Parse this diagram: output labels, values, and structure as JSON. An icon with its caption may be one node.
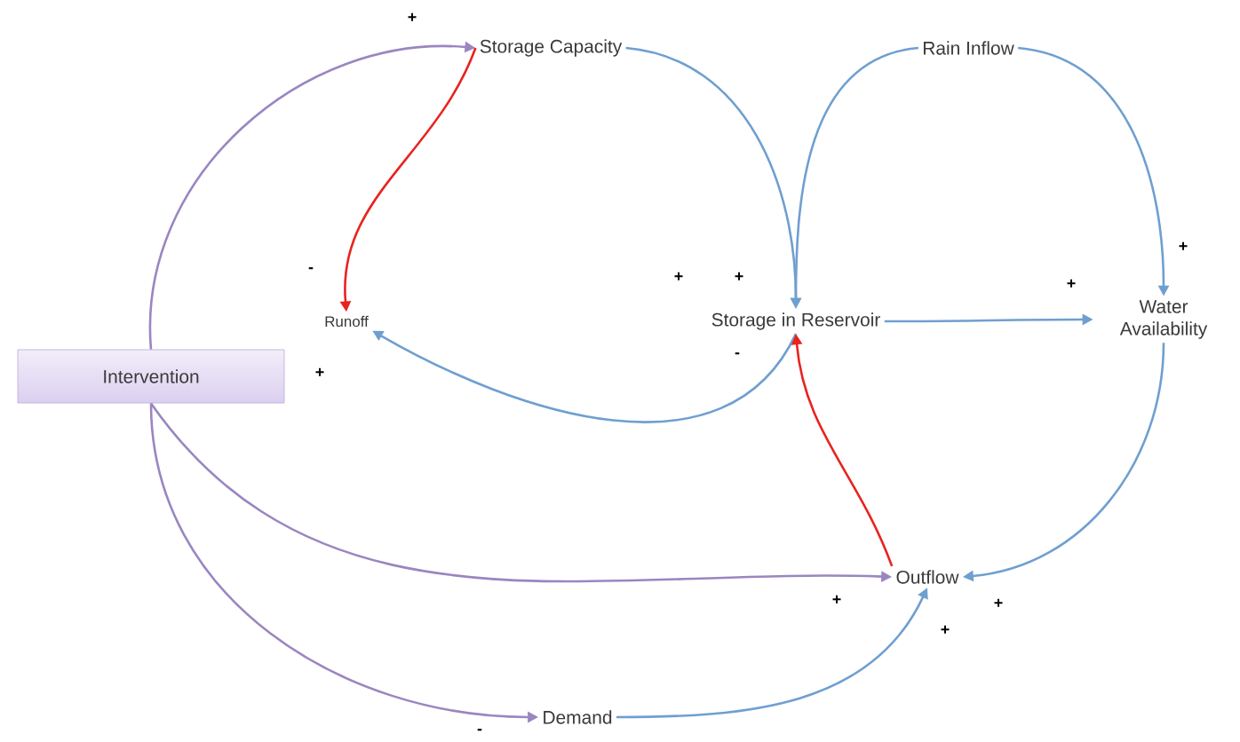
{
  "diagram": {
    "nodes": [
      {
        "text": [
          "Storage Capacity"
        ]
      },
      {
        "text": [
          "Rain Inflow"
        ]
      },
      {
        "text": [
          "Runoff"
        ]
      },
      {
        "text": [
          "Storage in Reservoir"
        ]
      },
      {
        "text": [
          "Water Availability"
        ]
      },
      {
        "text": [
          "Intervention"
        ]
      },
      {
        "text": [
          "Outflow"
        ]
      },
      {
        "text": [
          "Demand"
        ]
      }
    ],
    "edges": [
      {
        "from": 5,
        "to": 0,
        "arrow": "to",
        "color": "#9a86c0"
      },
      {
        "from": 0,
        "to": 2,
        "arrow": "to",
        "color": "#e8231f"
      },
      {
        "from": 0,
        "to": 3,
        "arrow": "to"
      },
      {
        "from": 1,
        "to": 3,
        "arrow": "to"
      },
      {
        "from": 1,
        "to": 4,
        "arrow": "to"
      },
      {
        "from": 3,
        "to": 4,
        "arrow": "to"
      },
      {
        "from": 3,
        "to": 2,
        "arrow": "to"
      },
      {
        "from": 6,
        "to": 3,
        "arrow": "to",
        "color": "#e8231f"
      },
      {
        "from": 4,
        "to": 6,
        "arrow": "to"
      },
      {
        "from": 5,
        "to": 6,
        "arrow": "to",
        "color": "#9a86c0"
      },
      {
        "from": 5,
        "to": 7,
        "arrow": "to",
        "color": "#9a86c0"
      },
      {
        "from": 7,
        "to": 6,
        "arrow": "to"
      }
    ],
    "labels": [
      "+",
      "+",
      "-",
      "+",
      "+",
      "+",
      "-",
      "+",
      "+",
      "+",
      "+",
      "-"
    ]
  }
}
